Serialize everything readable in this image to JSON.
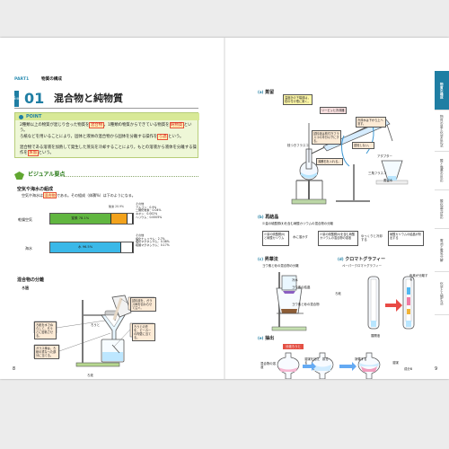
{
  "left_page": {
    "part_label": "PART1",
    "part_title": "物質の構成",
    "chapter_tab": "第1章",
    "chapter_number": "01",
    "chapter_title": "混合物と純物質",
    "point_title": "POINT",
    "points": [
      {
        "prefix": "2種類以上の物質が混じり合った物質を",
        "highlight": "混合物",
        "middle": "，1種類の物質からできている物質を",
        "highlight2": "純物質",
        "suffix": "という。"
      },
      {
        "prefix": "ろ紙などを用いることにより，固体と液体の混合物から固体を分離する操作を",
        "highlight": "ろ過",
        "suffix": "という。"
      },
      {
        "prefix": "混合物である溶液を加熱して発生した蒸気を冷却することにより，もとの溶液から液体を分離する操作を",
        "highlight": "蒸留",
        "suffix": "という。"
      }
    ],
    "visual_title": "ビジュアル要点",
    "visual_items": {
      "air_sea_heading": "空気や海水の組成",
      "air_sea_sentence": "空気や海水は",
      "air_sea_highlight": "混合物",
      "air_sea_suffix": "である。その組成（体積%）は下のようになる。",
      "air_label": "乾燥空気",
      "air_main_label": "窒素 78.1%",
      "air_secondary_label": "酸素 20.9%",
      "air_other_title": "その他",
      "air_other_items": [
        "アルゴン：0.9%",
        "二酸化炭素：0.04%",
        "ネオン：0.002%",
        "ヘリウム：0.0005%"
      ],
      "sea_label": "海水",
      "sea_main_label": "水 96.5%",
      "sea_other_title": "その他",
      "sea_other_items": [
        "塩化ナトリウム：2.7%",
        "塩化マグネシウム：0.38%",
        "硫酸マグネシウム：0.17%"
      ],
      "separation_heading": "混合物の分離",
      "filtration_label": "ろ過",
      "filtration_callouts": [
        "試料液を，ガラス棒を伝わらせて注ぐ。",
        "ろ紙を水でぬらして，ろうとに密着させる。",
        "ガラス棒は，ろ紙の重なった部分に当てる。",
        "ろうとの先を，ビーカーの内壁に当てる。"
      ],
      "funnel_label": "ろうと",
      "filtrate_label": "ろ液"
    },
    "page_number": "8"
  },
  "right_page": {
    "page_number": "9",
    "distillation": {
      "label": "蒸留",
      "callouts": [
        "温度計の下端部は，枝の付け根に置く。",
        "リービッヒ冷却器",
        "冷却水は下から上へ流す。",
        "試料液は枝付きフラスコの半分以下にする。",
        "密栓しない。",
        "沸騰石を入れる。"
      ],
      "labels": [
        "枝つきフラスコ",
        "三角フラスコ",
        "アダプター",
        "蒸留水"
      ]
    },
    "recrystallization": {
      "label": "再結晶",
      "subtitle": "少量の硫酸銅(Ⅱ)を含む硝酸カリウムの混合物の分離",
      "steps": [
        "少量の硫酸銅(Ⅱ)と硝酸カリウム",
        "水に溶かす",
        "少量の硫酸銅(Ⅱ)を含む硝酸カリウムの混合物の溶液",
        "ゆっくりと冷却する",
        "硝酸カリウムの結晶が析出する"
      ]
    },
    "sublimation": {
      "label": "昇華法",
      "subtitle": "ヨウ素と砂の混合物の分離",
      "labels": [
        "冷水",
        "ヨウ素の結晶",
        "ヨウ素と砂の混合物"
      ]
    },
    "chromatography": {
      "label": "クロマトグラフィー",
      "subtitle": "ペーパークロマトグラフィー",
      "labels": [
        "ろ紙",
        "展開液",
        "色素が分離する"
      ]
    },
    "extraction": {
      "label": "抽出",
      "tag": "分液ろうと",
      "labels": [
        "混合物の溶液",
        "溶媒を加える",
        "振る",
        "静置する",
        "溶媒",
        "成分B"
      ]
    },
    "side_tabs": [
      "物質の構成",
      "物質の量と化学反応式",
      "酸と塩基の反応",
      "酸化還元反応",
      "電池と電気分解",
      "化学と人間生活"
    ]
  }
}
